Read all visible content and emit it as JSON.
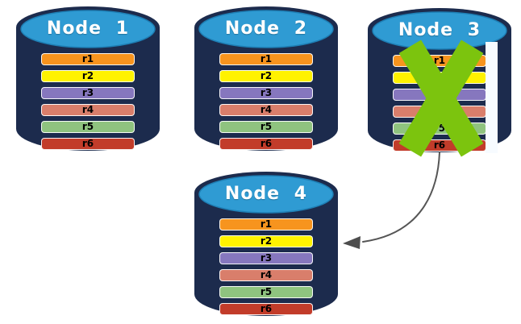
{
  "diagram": {
    "description": "Database replication diagram: four nodes each holding rows r1-r6; Node 3 has failed (green X) and its data is re-replicated to Node 4 (arrow).",
    "background": "#ffffff",
    "palette": {
      "cylinder_body": "#1C2B4D",
      "cylinder_top": "#2F9BD3",
      "cylinder_top_stroke": "#1E7FB5",
      "label_text": "#FFFFFF",
      "row_text": "#000000",
      "failure_x": "#7CC40E",
      "x_backdrop": "#F7FBFF",
      "arrow": "#555555",
      "arrow_head": "#4D4D4D"
    },
    "nodes": [
      {
        "label": "Node 1",
        "status": "active",
        "rows": [
          {
            "label": "r1",
            "color": "#F7941E"
          },
          {
            "label": "r2",
            "color": "#FFF200"
          },
          {
            "label": "r3",
            "color": "#8677BE"
          },
          {
            "label": "r4",
            "color": "#D97E6B"
          },
          {
            "label": "r5",
            "color": "#8FC37F"
          },
          {
            "label": "r6",
            "color": "#C23C2A"
          }
        ]
      },
      {
        "label": "Node 2",
        "status": "active",
        "rows": [
          {
            "label": "r1",
            "color": "#F7941E"
          },
          {
            "label": "r2",
            "color": "#FFF200"
          },
          {
            "label": "r3",
            "color": "#8677BE"
          },
          {
            "label": "r4",
            "color": "#D97E6B"
          },
          {
            "label": "r5",
            "color": "#8FC37F"
          },
          {
            "label": "r6",
            "color": "#C23C2A"
          }
        ]
      },
      {
        "label": "Node 3",
        "status": "failed",
        "rows": [
          {
            "label": "r1",
            "color": "#F7941E"
          },
          {
            "label": "r2",
            "color": "#FFF200"
          },
          {
            "label": "r3",
            "color": "#8677BE"
          },
          {
            "label": "r4",
            "color": "#D97E6B"
          },
          {
            "label": "r5",
            "color": "#8FC37F"
          },
          {
            "label": "r6",
            "color": "#C23C2A"
          }
        ]
      },
      {
        "label": "Node 4",
        "status": "active",
        "rows": [
          {
            "label": "r1",
            "color": "#F7941E"
          },
          {
            "label": "r2",
            "color": "#FFF200"
          },
          {
            "label": "r3",
            "color": "#8677BE"
          },
          {
            "label": "r4",
            "color": "#D97E6B"
          },
          {
            "label": "r5",
            "color": "#8FC37F"
          },
          {
            "label": "r6",
            "color": "#C23C2A"
          }
        ]
      }
    ],
    "failure_mark": {
      "node": "Node 3",
      "symbol": "X",
      "color": "#7CC40E"
    },
    "arrow": {
      "from": "Node 3",
      "to": "Node 4",
      "color": "#555555"
    }
  }
}
